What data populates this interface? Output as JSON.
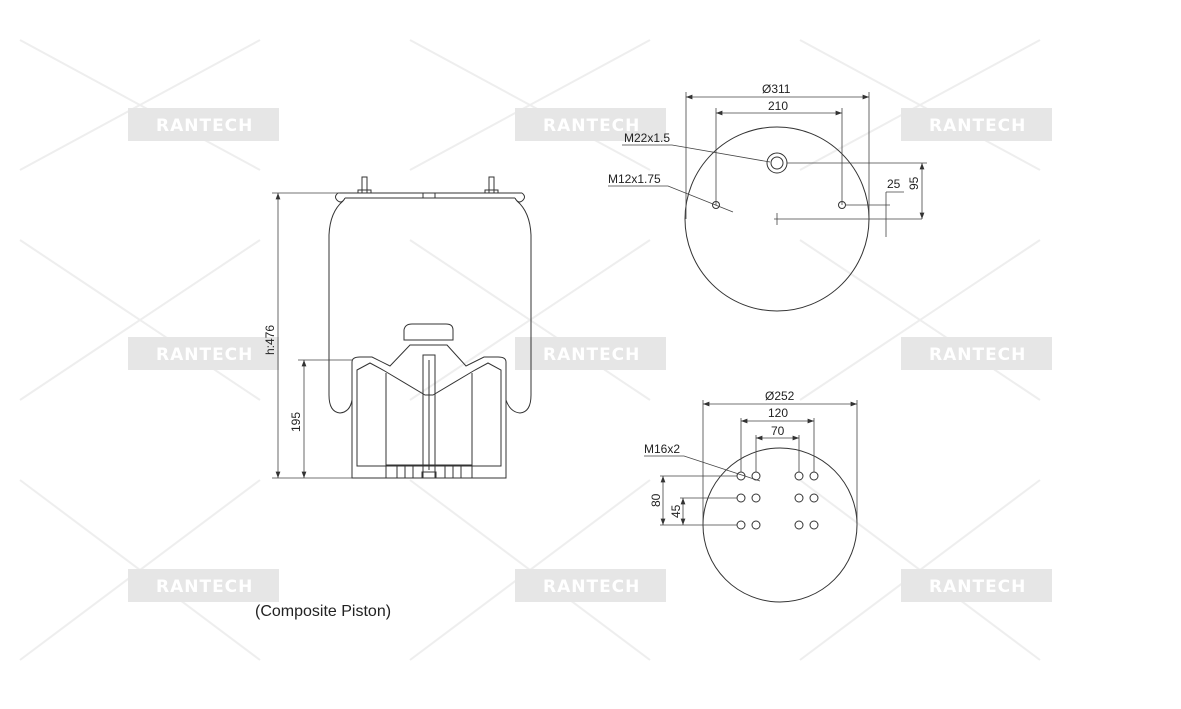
{
  "watermark": "RANTECH",
  "side_view": {
    "height_label": "h:476",
    "piston_height_label": "195",
    "caption": "(Composite Piston)"
  },
  "top_plate": {
    "diameter_label": "Ø311",
    "bolt_spacing_label": "210",
    "air_inlet_label": "M22x1.5",
    "bolt_thread_label": "M12x1.75",
    "offset_small_label": "25",
    "offset_large_label": "95"
  },
  "bottom_plate": {
    "diameter_label": "Ø252",
    "outer_spacing_label": "120",
    "inner_spacing_label": "70",
    "bolt_thread_label": "M16x2",
    "vertical_outer_label": "80",
    "vertical_inner_label": "45"
  },
  "colors": {
    "line": "#333333",
    "watermark": "#e6e6e6"
  }
}
